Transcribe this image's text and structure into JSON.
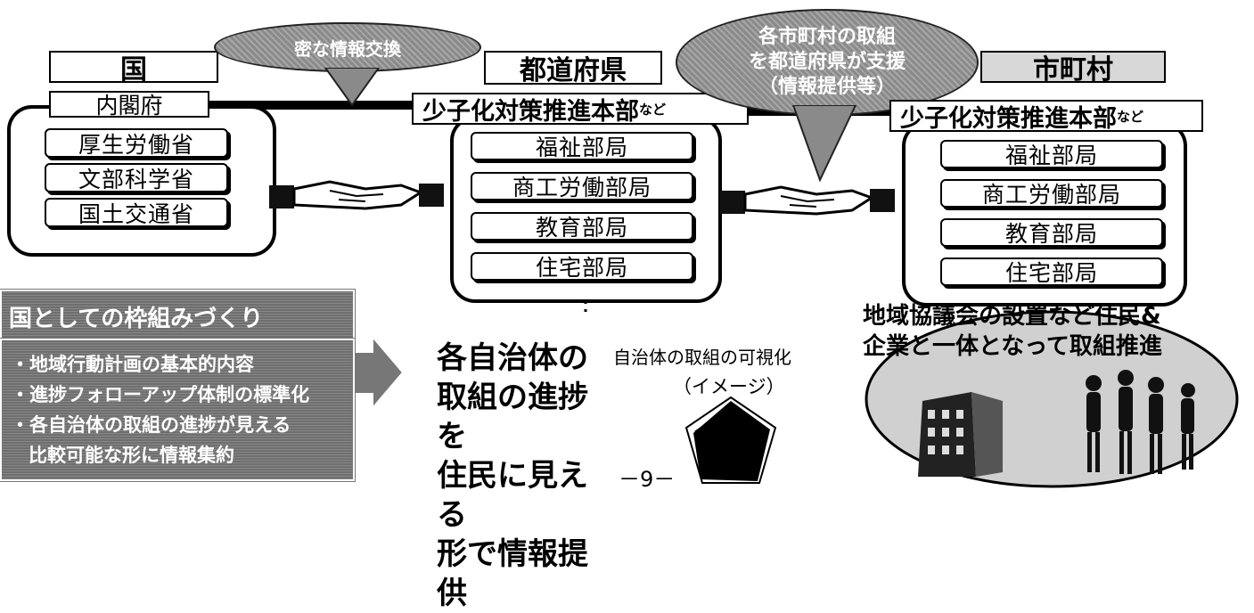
{
  "national": {
    "header": "国",
    "cabinet": "内閣府",
    "ministries": [
      "厚生労働省",
      "文部科学省",
      "国土交通省"
    ]
  },
  "bubble_top": "密な情報交換",
  "prefecture": {
    "header": "都道府県",
    "hq": "少子化対策推進本部",
    "hq_suffix": "など",
    "departments": [
      "福祉部局",
      "商工労働部局",
      "教育部局",
      "住宅部局"
    ]
  },
  "bubble_right": {
    "lines": [
      "各市町村の取組",
      "を都道府県が支援",
      "（情報提供等）"
    ]
  },
  "municipality": {
    "header": "市町村",
    "hq": "少子化対策推進本部",
    "hq_suffix": "など",
    "departments": [
      "福祉部局",
      "商工労働部局",
      "教育部局",
      "住宅部局"
    ]
  },
  "national_role": {
    "title": "国としての枠組みづくり",
    "lines": [
      "・地域行動計画の基本的内容",
      "・進捗フォローアップ体制の標準化",
      "・各自治体の取組の進捗が見える",
      "比較可能な形に情報集約"
    ]
  },
  "progress_text": [
    "各自治体の",
    "取組の進捗を",
    "住民に見える",
    "形で情報提供"
  ],
  "visualization": {
    "title": "自治体の取組の可視化",
    "subtitle": "（イメージ）"
  },
  "community": {
    "lines": [
      "地域協議会の設置など住民&",
      "企業と一体となって取組推進"
    ]
  },
  "page_number": "－9－"
}
